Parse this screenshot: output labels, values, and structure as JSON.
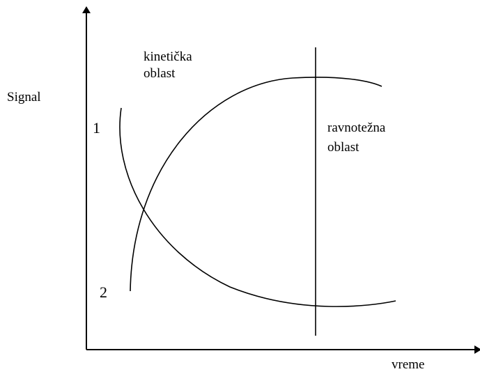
{
  "labels": {
    "y_axis": "Signal",
    "x_axis": "vreme",
    "kinetic_region_line1": "kinetička",
    "kinetic_region_line2": "oblast",
    "equilibrium_region_line1": "ravnotežna",
    "equilibrium_region_line2": "oblast",
    "curve_1": "1",
    "curve_2": "2"
  },
  "colors": {
    "stroke": "#000000",
    "background": "#ffffff"
  }
}
